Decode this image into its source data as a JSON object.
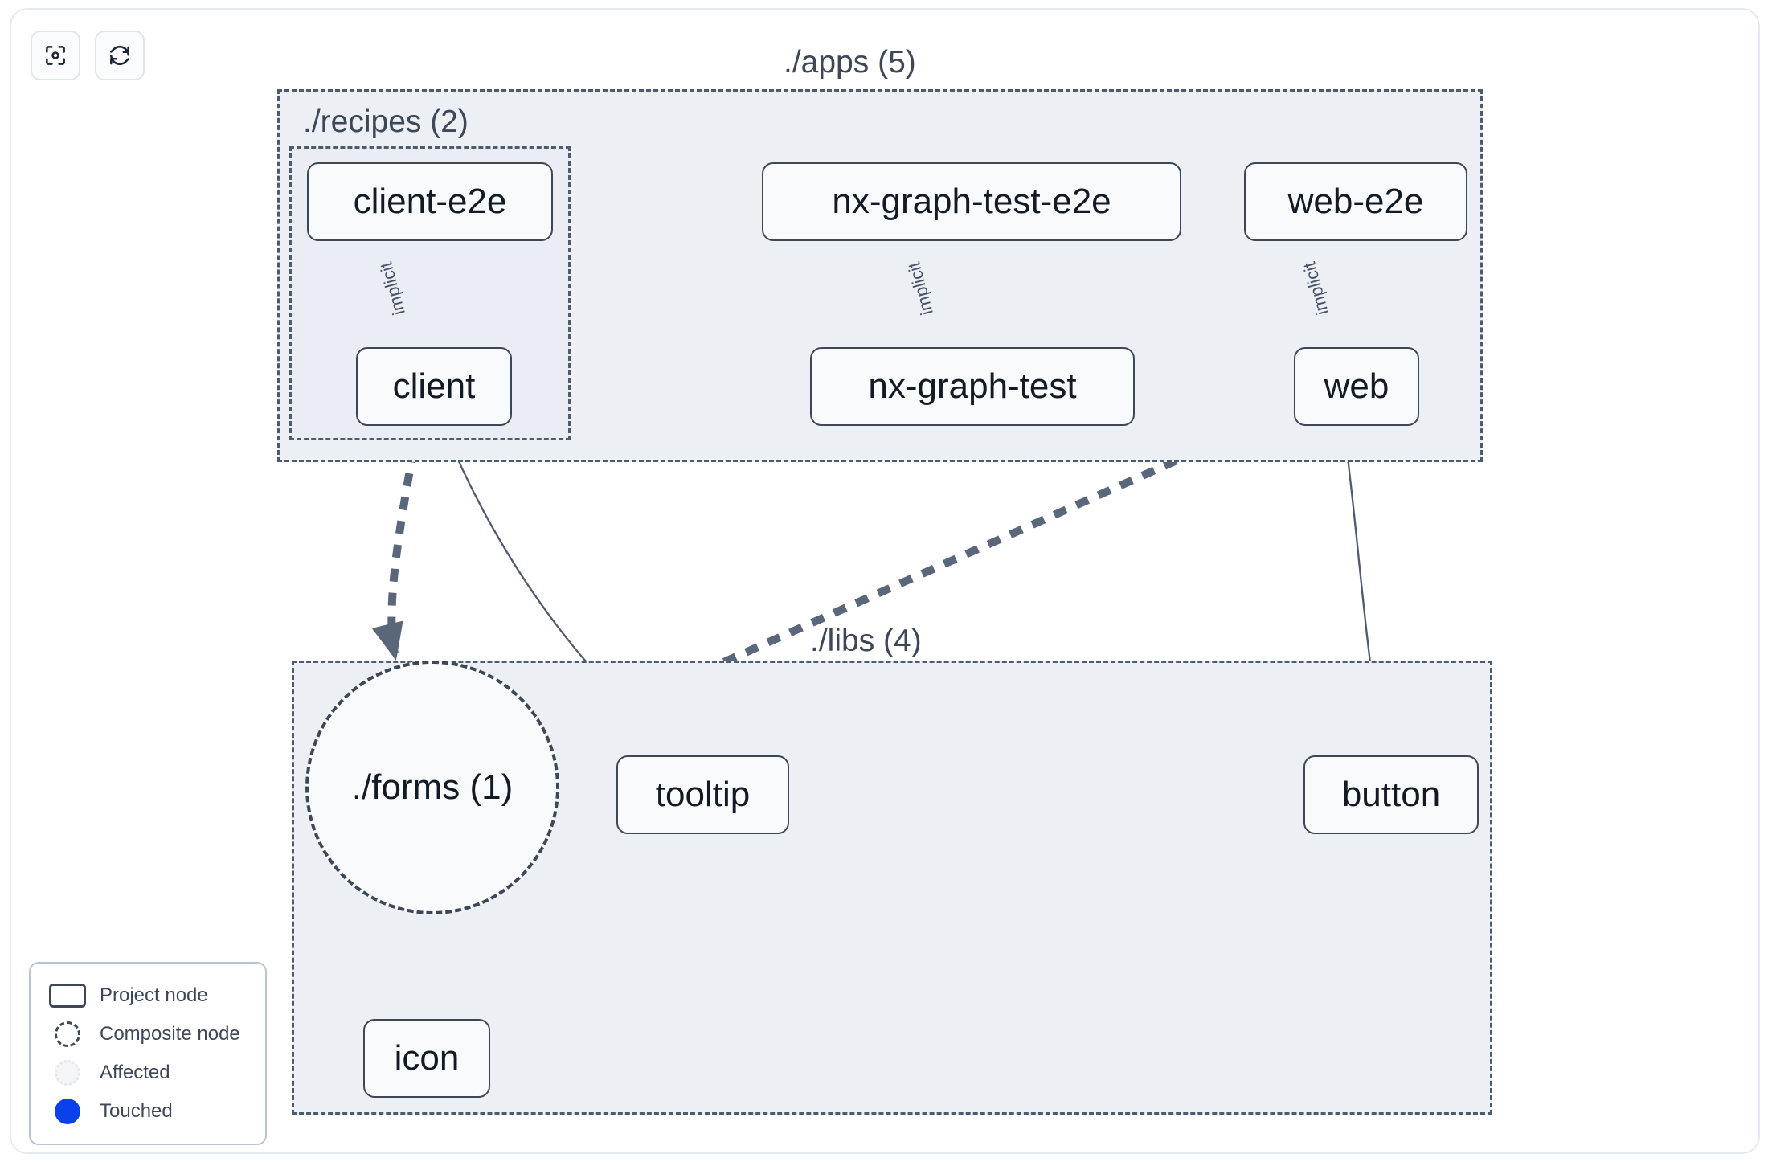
{
  "toolbar": {
    "buttons": [
      {
        "name": "focus-graph",
        "icon": "focus-target-icon",
        "label": ""
      },
      {
        "name": "refresh-graph",
        "icon": "refresh-icon",
        "label": ""
      }
    ]
  },
  "graph": {
    "groups": [
      {
        "id": "apps",
        "label": "./apps (5)",
        "count": 5,
        "label_align": "center"
      },
      {
        "id": "recipes",
        "label": "./recipes (2)",
        "count": 2,
        "label_align": "left"
      },
      {
        "id": "libs",
        "label": "./libs (4)",
        "count": 4,
        "label_align": "center"
      }
    ],
    "nodes": [
      {
        "id": "client-e2e",
        "label": "client-e2e",
        "type": "project",
        "group": "recipes"
      },
      {
        "id": "client",
        "label": "client",
        "type": "project",
        "group": "recipes"
      },
      {
        "id": "nx-graph-test-e2e",
        "label": "nx-graph-test-e2e",
        "type": "project",
        "group": "apps"
      },
      {
        "id": "nx-graph-test",
        "label": "nx-graph-test",
        "type": "project",
        "group": "apps"
      },
      {
        "id": "web-e2e",
        "label": "web-e2e",
        "type": "project",
        "group": "apps"
      },
      {
        "id": "web",
        "label": "web",
        "type": "project",
        "group": "apps"
      },
      {
        "id": "forms",
        "label": "./forms (1)",
        "type": "composite",
        "group": "libs"
      },
      {
        "id": "tooltip",
        "label": "tooltip",
        "type": "project",
        "group": "libs"
      },
      {
        "id": "button",
        "label": "button",
        "type": "project",
        "group": "libs"
      },
      {
        "id": "icon",
        "label": "icon",
        "type": "project",
        "group": "libs"
      }
    ],
    "edges": [
      {
        "from": "client-e2e",
        "to": "client",
        "label": "implicit",
        "style": "solid-thin"
      },
      {
        "from": "nx-graph-test-e2e",
        "to": "nx-graph-test",
        "label": "implicit",
        "style": "solid-thin"
      },
      {
        "from": "web-e2e",
        "to": "web",
        "label": "implicit",
        "style": "solid-thin"
      },
      {
        "from": "client",
        "to": "forms",
        "label": "",
        "style": "dashed-thick"
      },
      {
        "from": "client",
        "to": "tooltip",
        "label": "",
        "style": "solid-thin"
      },
      {
        "from": "web",
        "to": "forms",
        "label": "",
        "style": "dashed-thick"
      },
      {
        "from": "web",
        "to": "button",
        "label": "",
        "style": "solid-thin"
      },
      {
        "from": "forms",
        "to": "icon",
        "label": "",
        "style": "dashed-thick"
      }
    ]
  },
  "legend": {
    "items": [
      {
        "swatch": "project-node-swatch",
        "label": "Project node"
      },
      {
        "swatch": "composite-node-swatch",
        "label": "Composite node"
      },
      {
        "swatch": "affected-swatch",
        "label": "Affected"
      },
      {
        "swatch": "touched-swatch",
        "label": "Touched"
      }
    ]
  },
  "colors": {
    "node_border": "#3d4757",
    "node_fill": "#f8fafb",
    "group_fill": "#ecf0f5",
    "group_border": "#4e5a6e",
    "edge": "#5a6679",
    "touched": "#0b41ea",
    "frame_border": "#e6eaf0"
  }
}
